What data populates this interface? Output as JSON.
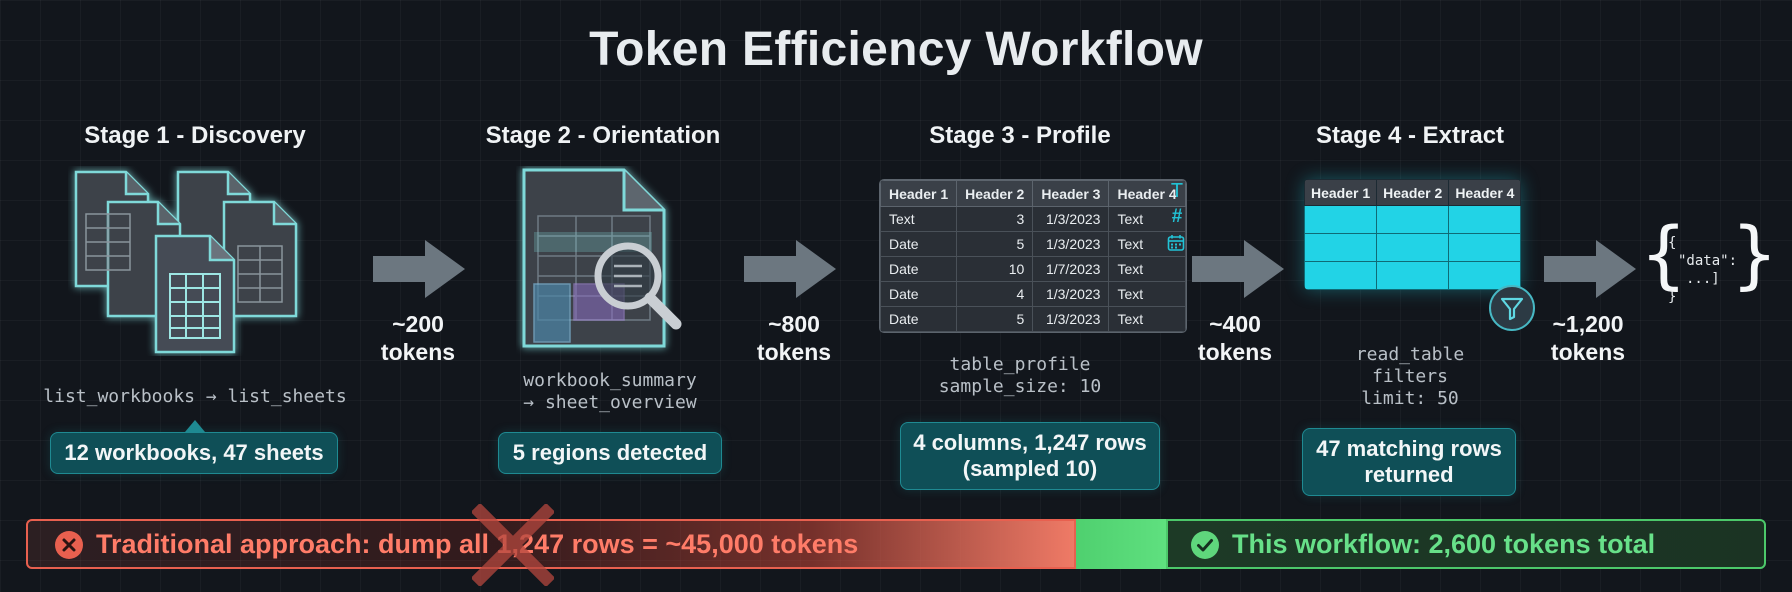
{
  "title": "Token Efficiency Workflow",
  "stages": [
    {
      "title": "Stage 1 - Discovery",
      "tool": "list_workbooks → list_sheets",
      "badge": "12 workbooks, 47 sheets"
    },
    {
      "title": "Stage 2 - Orientation",
      "tool_line1": "workbook_summary",
      "tool_line2": "→ sheet_overview",
      "badge": "5 regions detected"
    },
    {
      "title": "Stage 3 - Profile",
      "tool_line1": "table_profile",
      "tool_line2": "sample_size: 10",
      "badge_line1": "4 columns, 1,247 rows",
      "badge_line2": "(sampled 10)"
    },
    {
      "title": "Stage 4 - Extract",
      "tool_line1": "read_table",
      "tool_line2": "filters",
      "tool_line3": "limit: 50",
      "badge_line1": "47 matching rows",
      "badge_line2": "returned"
    }
  ],
  "token_labels": [
    {
      "amount": "~200",
      "unit": "tokens"
    },
    {
      "amount": "~800",
      "unit": "tokens"
    },
    {
      "amount": "~400",
      "unit": "tokens"
    },
    {
      "amount": "~1,200",
      "unit": "tokens"
    }
  ],
  "profile_table": {
    "headers": [
      "Header 1",
      "Header 2",
      "Header 3",
      "Header 4"
    ],
    "rows": [
      [
        "Text",
        "3",
        "1/3/2023",
        "Text"
      ],
      [
        "Date",
        "5",
        "1/3/2023",
        "Text"
      ],
      [
        "Date",
        "10",
        "1/7/2023",
        "Text"
      ],
      [
        "Date",
        "4",
        "1/3/2023",
        "Text"
      ],
      [
        "Date",
        "5",
        "1/3/2023",
        "Text"
      ]
    ],
    "type_icons": [
      "T",
      "#"
    ]
  },
  "extract_table": {
    "headers": [
      "Header 1",
      "Header 2",
      "Header 4"
    ]
  },
  "json_output": {
    "open": "{",
    "key_line": "\"data\":",
    "value_line": "...]",
    "close": "}"
  },
  "comparison": {
    "traditional": "Traditional approach: dump all 1,247 rows = ~45,000 tokens",
    "workflow": "This workflow: 2,600 tokens total"
  },
  "colors": {
    "accent_teal": "#22d3e6",
    "badge_bg": "#0f4f57",
    "danger": "#e8604f",
    "success": "#4cc86a"
  }
}
